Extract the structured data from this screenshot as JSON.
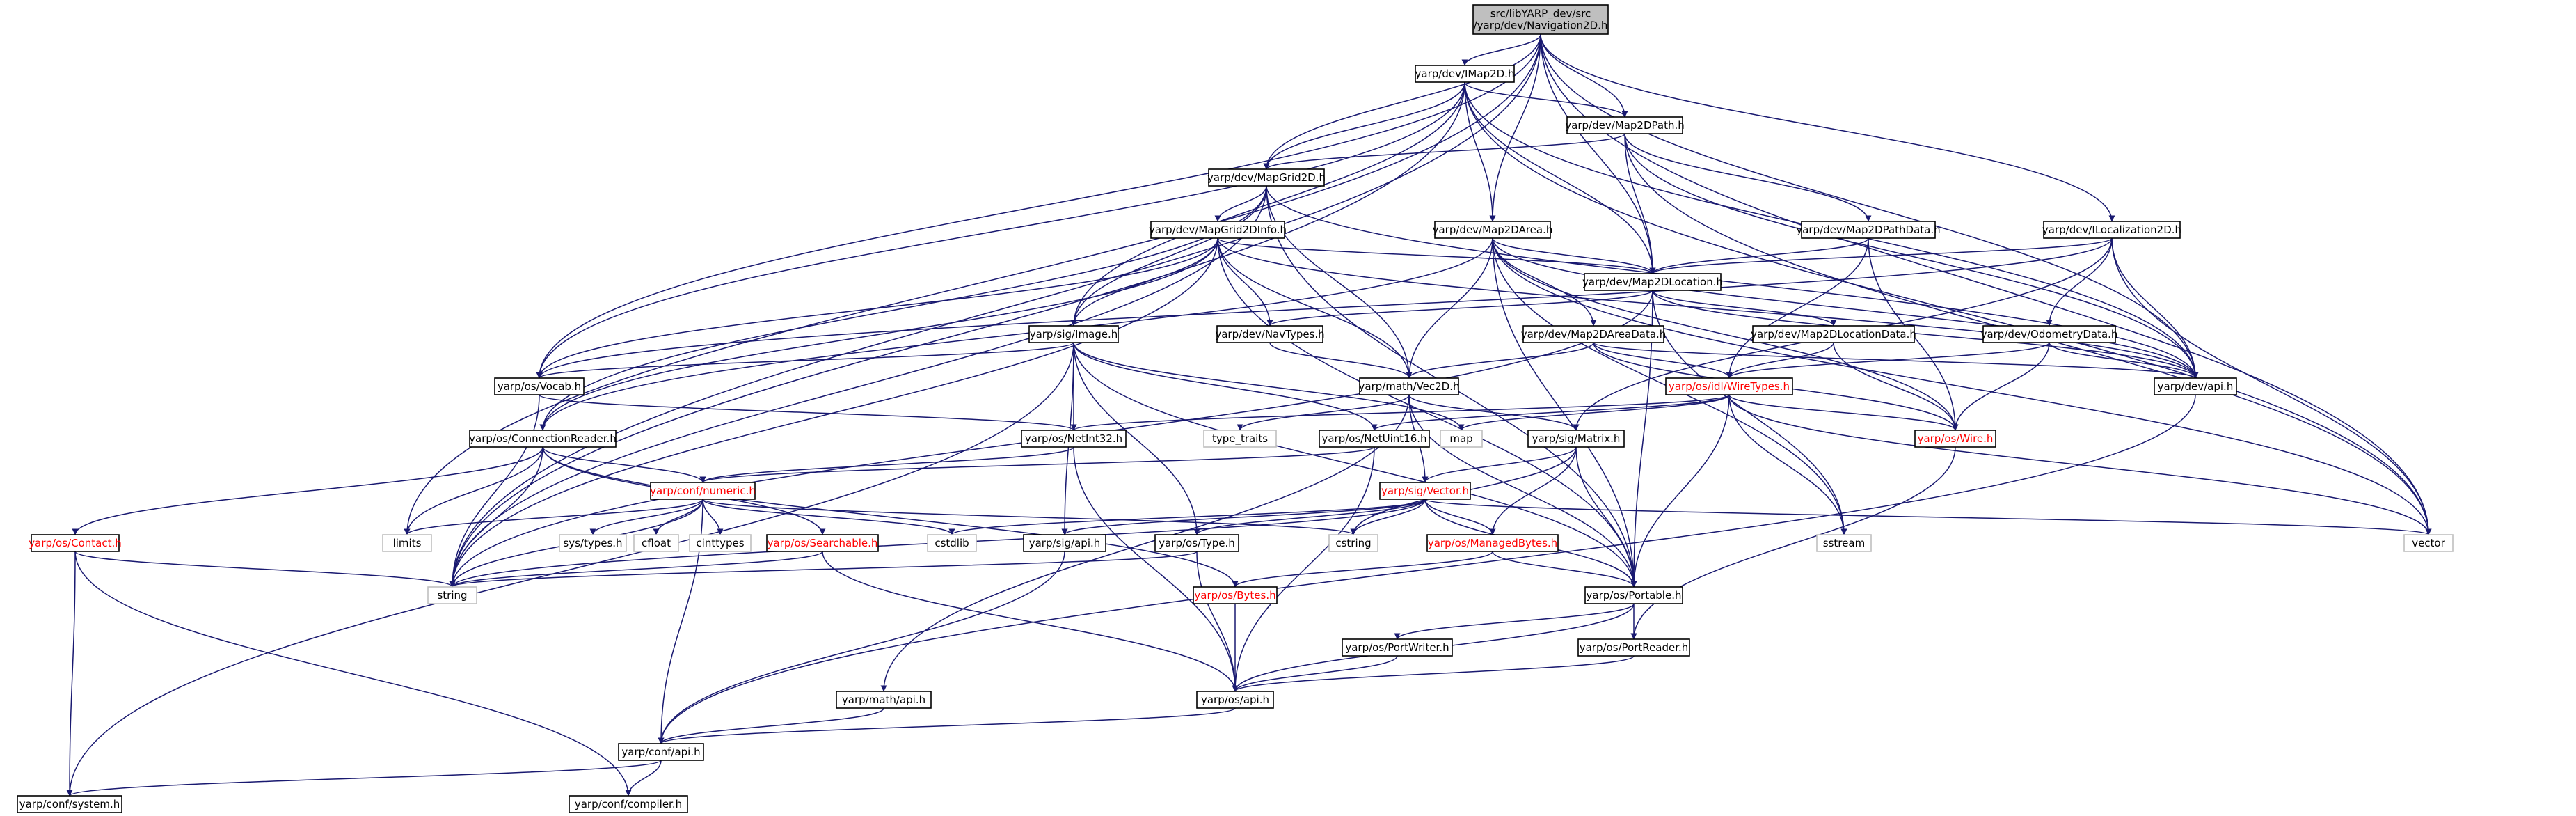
{
  "diagram": {
    "colors": {
      "edge": "#191970",
      "box_border": "#000000",
      "box_border_missing": "#bfbfbf",
      "text": "#000000",
      "text_red": "#ff0000",
      "root_fill": "#bfbfbf",
      "fill": "#ffffff"
    },
    "nodes": [
      {
        "id": "root",
        "lines": [
          "src/libYARP_dev/src",
          "/yarp/dev/Navigation2D.h"
        ],
        "style": "root"
      },
      {
        "id": "imap2d",
        "lines": [
          "yarp/dev/IMap2D.h"
        ],
        "style": "normal"
      },
      {
        "id": "map2dpath",
        "lines": [
          "yarp/dev/Map2DPath.h"
        ],
        "style": "normal"
      },
      {
        "id": "mapgrid2d",
        "lines": [
          "yarp/dev/MapGrid2D.h"
        ],
        "style": "normal"
      },
      {
        "id": "mapgrid2dinfo",
        "lines": [
          "yarp/dev/MapGrid2DInfo.h"
        ],
        "style": "normal"
      },
      {
        "id": "map2darea",
        "lines": [
          "yarp/dev/Map2DArea.h"
        ],
        "style": "normal"
      },
      {
        "id": "map2dpathdata",
        "lines": [
          "yarp/dev/Map2DPathData.h"
        ],
        "style": "normal"
      },
      {
        "id": "ilocalization2d",
        "lines": [
          "yarp/dev/ILocalization2D.h"
        ],
        "style": "normal"
      },
      {
        "id": "map2dlocation",
        "lines": [
          "yarp/dev/Map2DLocation.h"
        ],
        "style": "normal"
      },
      {
        "id": "sigimage",
        "lines": [
          "yarp/sig/Image.h"
        ],
        "style": "normal"
      },
      {
        "id": "navtypes",
        "lines": [
          "yarp/dev/NavTypes.h"
        ],
        "style": "normal"
      },
      {
        "id": "map2dareadata",
        "lines": [
          "yarp/dev/Map2DAreaData.h"
        ],
        "style": "normal"
      },
      {
        "id": "map2dlocationdata",
        "lines": [
          "yarp/dev/Map2DLocationData.h"
        ],
        "style": "normal"
      },
      {
        "id": "odometrydata",
        "lines": [
          "yarp/dev/OdometryData.h"
        ],
        "style": "normal"
      },
      {
        "id": "devapi",
        "lines": [
          "yarp/dev/api.h"
        ],
        "style": "normal"
      },
      {
        "id": "vocab",
        "lines": [
          "yarp/os/Vocab.h"
        ],
        "style": "normal"
      },
      {
        "id": "vec2d",
        "lines": [
          "yarp/math/Vec2D.h"
        ],
        "style": "normal"
      },
      {
        "id": "wiretypes",
        "lines": [
          "yarp/os/idl/WireTypes.h"
        ],
        "style": "red"
      },
      {
        "id": "connectionreader",
        "lines": [
          "yarp/os/ConnectionReader.h"
        ],
        "style": "normal"
      },
      {
        "id": "netint32",
        "lines": [
          "yarp/os/NetInt32.h"
        ],
        "style": "normal"
      },
      {
        "id": "type_traits",
        "lines": [
          "type_traits"
        ],
        "style": "missing"
      },
      {
        "id": "netuint16",
        "lines": [
          "yarp/os/NetUint16.h"
        ],
        "style": "normal"
      },
      {
        "id": "map",
        "lines": [
          "map"
        ],
        "style": "missing"
      },
      {
        "id": "sigmatrix",
        "lines": [
          "yarp/sig/Matrix.h"
        ],
        "style": "normal"
      },
      {
        "id": "wire",
        "lines": [
          "yarp/os/Wire.h"
        ],
        "style": "red"
      },
      {
        "id": "numeric",
        "lines": [
          "yarp/conf/numeric.h"
        ],
        "style": "red"
      },
      {
        "id": "sigvector",
        "lines": [
          "yarp/sig/Vector.h"
        ],
        "style": "red"
      },
      {
        "id": "contact",
        "lines": [
          "yarp/os/Contact.h"
        ],
        "style": "red"
      },
      {
        "id": "limits",
        "lines": [
          "limits"
        ],
        "style": "missing"
      },
      {
        "id": "systypes",
        "lines": [
          "sys/types.h"
        ],
        "style": "missing"
      },
      {
        "id": "cfloat",
        "lines": [
          "cfloat"
        ],
        "style": "missing"
      },
      {
        "id": "cinttypes",
        "lines": [
          "cinttypes"
        ],
        "style": "missing"
      },
      {
        "id": "searchable",
        "lines": [
          "yarp/os/Searchable.h"
        ],
        "style": "red"
      },
      {
        "id": "cstdlib",
        "lines": [
          "cstdlib"
        ],
        "style": "missing"
      },
      {
        "id": "sigapi",
        "lines": [
          "yarp/sig/api.h"
        ],
        "style": "normal"
      },
      {
        "id": "ostype",
        "lines": [
          "yarp/os/Type.h"
        ],
        "style": "normal"
      },
      {
        "id": "cstring",
        "lines": [
          "cstring"
        ],
        "style": "missing"
      },
      {
        "id": "managedbytes",
        "lines": [
          "yarp/os/ManagedBytes.h"
        ],
        "style": "red"
      },
      {
        "id": "sstream",
        "lines": [
          "sstream"
        ],
        "style": "missing"
      },
      {
        "id": "vector",
        "lines": [
          "vector"
        ],
        "style": "missing"
      },
      {
        "id": "string",
        "lines": [
          "string"
        ],
        "style": "missing"
      },
      {
        "id": "bytes",
        "lines": [
          "yarp/os/Bytes.h"
        ],
        "style": "red"
      },
      {
        "id": "portable",
        "lines": [
          "yarp/os/Portable.h"
        ],
        "style": "normal"
      },
      {
        "id": "portwriter",
        "lines": [
          "yarp/os/PortWriter.h"
        ],
        "style": "normal"
      },
      {
        "id": "portreader",
        "lines": [
          "yarp/os/PortReader.h"
        ],
        "style": "normal"
      },
      {
        "id": "mathapi",
        "lines": [
          "yarp/math/api.h"
        ],
        "style": "normal"
      },
      {
        "id": "osapi",
        "lines": [
          "yarp/os/api.h"
        ],
        "style": "normal"
      },
      {
        "id": "confapi",
        "lines": [
          "yarp/conf/api.h"
        ],
        "style": "normal"
      },
      {
        "id": "system",
        "lines": [
          "yarp/conf/system.h"
        ],
        "style": "normal"
      },
      {
        "id": "compiler",
        "lines": [
          "yarp/conf/compiler.h"
        ],
        "style": "normal"
      }
    ],
    "edges": [
      [
        "root",
        "imap2d"
      ],
      [
        "root",
        "map2dpath"
      ],
      [
        "root",
        "mapgrid2d"
      ],
      [
        "root",
        "map2darea"
      ],
      [
        "root",
        "map2dlocation"
      ],
      [
        "root",
        "ilocalization2d"
      ],
      [
        "root",
        "devapi"
      ],
      [
        "root",
        "vocab"
      ],
      [
        "root",
        "limits"
      ],
      [
        "root",
        "string"
      ],
      [
        "root",
        "vector"
      ],
      [
        "imap2d",
        "map2dpath"
      ],
      [
        "imap2d",
        "mapgrid2d"
      ],
      [
        "imap2d",
        "map2darea"
      ],
      [
        "imap2d",
        "map2dlocation"
      ],
      [
        "imap2d",
        "sigimage"
      ],
      [
        "imap2d",
        "vocab"
      ],
      [
        "imap2d",
        "devapi"
      ],
      [
        "imap2d",
        "string"
      ],
      [
        "imap2d",
        "vector"
      ],
      [
        "map2dpath",
        "mapgrid2d"
      ],
      [
        "map2dpath",
        "map2dpathdata"
      ],
      [
        "map2dpath",
        "map2dlocation"
      ],
      [
        "map2dpath",
        "devapi"
      ],
      [
        "map2dpath",
        "vector"
      ],
      [
        "mapgrid2d",
        "mapgrid2dinfo"
      ],
      [
        "mapgrid2d",
        "sigimage"
      ],
      [
        "mapgrid2d",
        "connectionreader"
      ],
      [
        "mapgrid2d",
        "portable"
      ],
      [
        "mapgrid2d",
        "devapi"
      ],
      [
        "mapgrid2d",
        "string"
      ],
      [
        "mapgrid2d",
        "vec2d"
      ],
      [
        "mapgrid2dinfo",
        "map2dlocation"
      ],
      [
        "mapgrid2dinfo",
        "sigimage"
      ],
      [
        "mapgrid2dinfo",
        "navtypes"
      ],
      [
        "mapgrid2dinfo",
        "vec2d"
      ],
      [
        "mapgrid2dinfo",
        "connectionreader"
      ],
      [
        "mapgrid2dinfo",
        "portable"
      ],
      [
        "mapgrid2dinfo",
        "devapi"
      ],
      [
        "mapgrid2dinfo",
        "string"
      ],
      [
        "mapgrid2dinfo",
        "vocab"
      ],
      [
        "map2darea",
        "map2dlocation"
      ],
      [
        "map2darea",
        "map2dareadata"
      ],
      [
        "map2darea",
        "vec2d"
      ],
      [
        "map2darea",
        "portable"
      ],
      [
        "map2darea",
        "devapi"
      ],
      [
        "map2darea",
        "sstream"
      ],
      [
        "map2darea",
        "vector"
      ],
      [
        "map2darea",
        "wire"
      ],
      [
        "map2darea",
        "connectionreader"
      ],
      [
        "map2dpathdata",
        "map2dlocation"
      ],
      [
        "map2dpathdata",
        "wiretypes"
      ],
      [
        "map2dpathdata",
        "wire"
      ],
      [
        "ilocalization2d",
        "map2dlocation"
      ],
      [
        "ilocalization2d",
        "odometrydata"
      ],
      [
        "ilocalization2d",
        "sigmatrix"
      ],
      [
        "ilocalization2d",
        "devapi"
      ],
      [
        "ilocalization2d",
        "vector"
      ],
      [
        "ilocalization2d",
        "vocab"
      ],
      [
        "map2dlocation",
        "map2dlocationdata"
      ],
      [
        "map2dlocation",
        "navtypes"
      ],
      [
        "map2dlocation",
        "portable"
      ],
      [
        "map2dlocation",
        "devapi"
      ],
      [
        "map2dlocation",
        "sstream"
      ],
      [
        "map2dlocation",
        "string"
      ],
      [
        "sigimage",
        "vocab"
      ],
      [
        "sigimage",
        "netint32"
      ],
      [
        "sigimage",
        "netuint16"
      ],
      [
        "sigimage",
        "ostype"
      ],
      [
        "sigimage",
        "sigapi"
      ],
      [
        "sigimage",
        "portable"
      ],
      [
        "sigimage",
        "map"
      ],
      [
        "sigimage",
        "system"
      ],
      [
        "navtypes",
        "vec2d"
      ],
      [
        "map2dareadata",
        "wiretypes"
      ],
      [
        "map2dareadata",
        "wire"
      ],
      [
        "map2dareadata",
        "devapi"
      ],
      [
        "map2dareadata",
        "vec2d"
      ],
      [
        "map2dlocationdata",
        "wiretypes"
      ],
      [
        "map2dlocationdata",
        "wire"
      ],
      [
        "odometrydata",
        "wiretypes"
      ],
      [
        "odometrydata",
        "wire"
      ],
      [
        "odometrydata",
        "devapi"
      ],
      [
        "devapi",
        "confapi"
      ],
      [
        "vocab",
        "netint32"
      ],
      [
        "vocab",
        "string"
      ],
      [
        "vec2d",
        "sigmatrix"
      ],
      [
        "vec2d",
        "sigvector"
      ],
      [
        "vec2d",
        "portable"
      ],
      [
        "vec2d",
        "mathapi"
      ],
      [
        "vec2d",
        "type_traits"
      ],
      [
        "wiretypes",
        "netint32"
      ],
      [
        "wiretypes",
        "netuint16"
      ],
      [
        "wiretypes",
        "map"
      ],
      [
        "wiretypes",
        "sstream"
      ],
      [
        "wiretypes",
        "vector"
      ],
      [
        "wiretypes",
        "wire"
      ],
      [
        "wiretypes",
        "portable"
      ],
      [
        "connectionreader",
        "numeric"
      ],
      [
        "connectionreader",
        "contact"
      ],
      [
        "connectionreader",
        "searchable"
      ],
      [
        "connectionreader",
        "bytes"
      ],
      [
        "connectionreader",
        "string"
      ],
      [
        "connectionreader",
        "limits"
      ],
      [
        "netint32",
        "numeric"
      ],
      [
        "netint32",
        "osapi"
      ],
      [
        "netuint16",
        "osapi"
      ],
      [
        "netuint16",
        "numeric"
      ],
      [
        "sigmatrix",
        "sigvector"
      ],
      [
        "sigmatrix",
        "managedbytes"
      ],
      [
        "sigmatrix",
        "portable"
      ],
      [
        "sigmatrix",
        "cstring"
      ],
      [
        "wire",
        "portreader"
      ],
      [
        "numeric",
        "limits"
      ],
      [
        "numeric",
        "systypes"
      ],
      [
        "numeric",
        "cfloat"
      ],
      [
        "numeric",
        "cinttypes"
      ],
      [
        "numeric",
        "cstdlib"
      ],
      [
        "numeric",
        "cstring"
      ],
      [
        "numeric",
        "string"
      ],
      [
        "numeric",
        "confapi"
      ],
      [
        "sigvector",
        "ostype"
      ],
      [
        "sigvector",
        "managedbytes"
      ],
      [
        "sigvector",
        "sigapi"
      ],
      [
        "sigvector",
        "portable"
      ],
      [
        "sigvector",
        "cstring"
      ],
      [
        "sigvector",
        "string"
      ],
      [
        "sigvector",
        "vector"
      ],
      [
        "sigvector",
        "cstdlib"
      ],
      [
        "contact",
        "system"
      ],
      [
        "contact",
        "compiler"
      ],
      [
        "contact",
        "string"
      ],
      [
        "searchable",
        "osapi"
      ],
      [
        "searchable",
        "string"
      ],
      [
        "sigapi",
        "confapi"
      ],
      [
        "ostype",
        "osapi"
      ],
      [
        "ostype",
        "string"
      ],
      [
        "managedbytes",
        "bytes"
      ],
      [
        "managedbytes",
        "portable"
      ],
      [
        "bytes",
        "osapi"
      ],
      [
        "portable",
        "portwriter"
      ],
      [
        "portable",
        "portreader"
      ],
      [
        "portable",
        "osapi"
      ],
      [
        "portwriter",
        "osapi"
      ],
      [
        "portreader",
        "osapi"
      ],
      [
        "mathapi",
        "confapi"
      ],
      [
        "osapi",
        "confapi"
      ],
      [
        "confapi",
        "system"
      ],
      [
        "confapi",
        "compiler"
      ]
    ]
  }
}
